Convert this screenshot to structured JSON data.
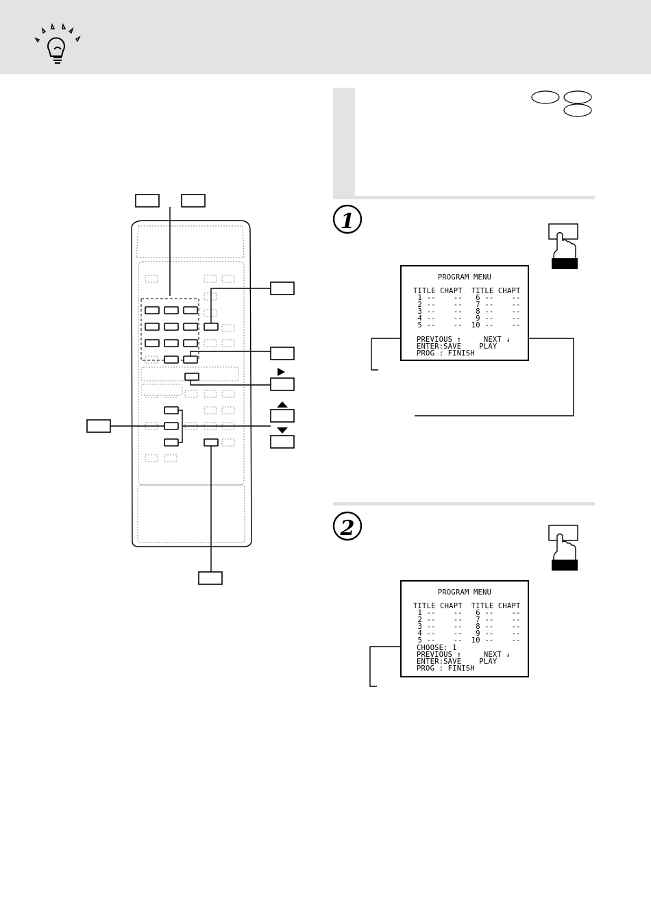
{
  "step1": {
    "menu_title": "PROGRAM MENU",
    "header_row": "TITLE CHAPT  TITLE CHAPT",
    "rows": [
      " 1 --    --   6 --    --",
      " 2 --    --   7 --    --",
      " 3 --    --   8 --    --",
      " 4 --    --   9 --    --",
      " 5 --    --  10 --    --"
    ],
    "previous_next": "PREVIOUS ↑     NEXT ↓",
    "enter_play": "ENTER:SAVE    PLAY",
    "prog_finish": "PROG : FINISH"
  },
  "step2": {
    "menu_title": "PROGRAM MENU",
    "header_row": "TITLE CHAPT  TITLE CHAPT",
    "rows": [
      " 1 --    --   6 --    --",
      " 2 --    --   7 --    --",
      " 3 --    --   8 --    --",
      " 4 --    --   9 --    --",
      " 5 --    --  10 --    --"
    ],
    "choose": "CHOOSE: 1",
    "previous_next": "PREVIOUS ↑     NEXT ↓",
    "enter_play": "ENTER:SAVE    PLAY",
    "prog_finish": "PROG : FINISH"
  },
  "icons": {
    "tip": "lightbulb-icon",
    "press": "hand-press-icon",
    "play": "play-triangle-icon",
    "up": "up-triangle-icon",
    "down": "down-triangle-icon",
    "step1": "step-1-icon",
    "step2": "step-2-icon"
  }
}
